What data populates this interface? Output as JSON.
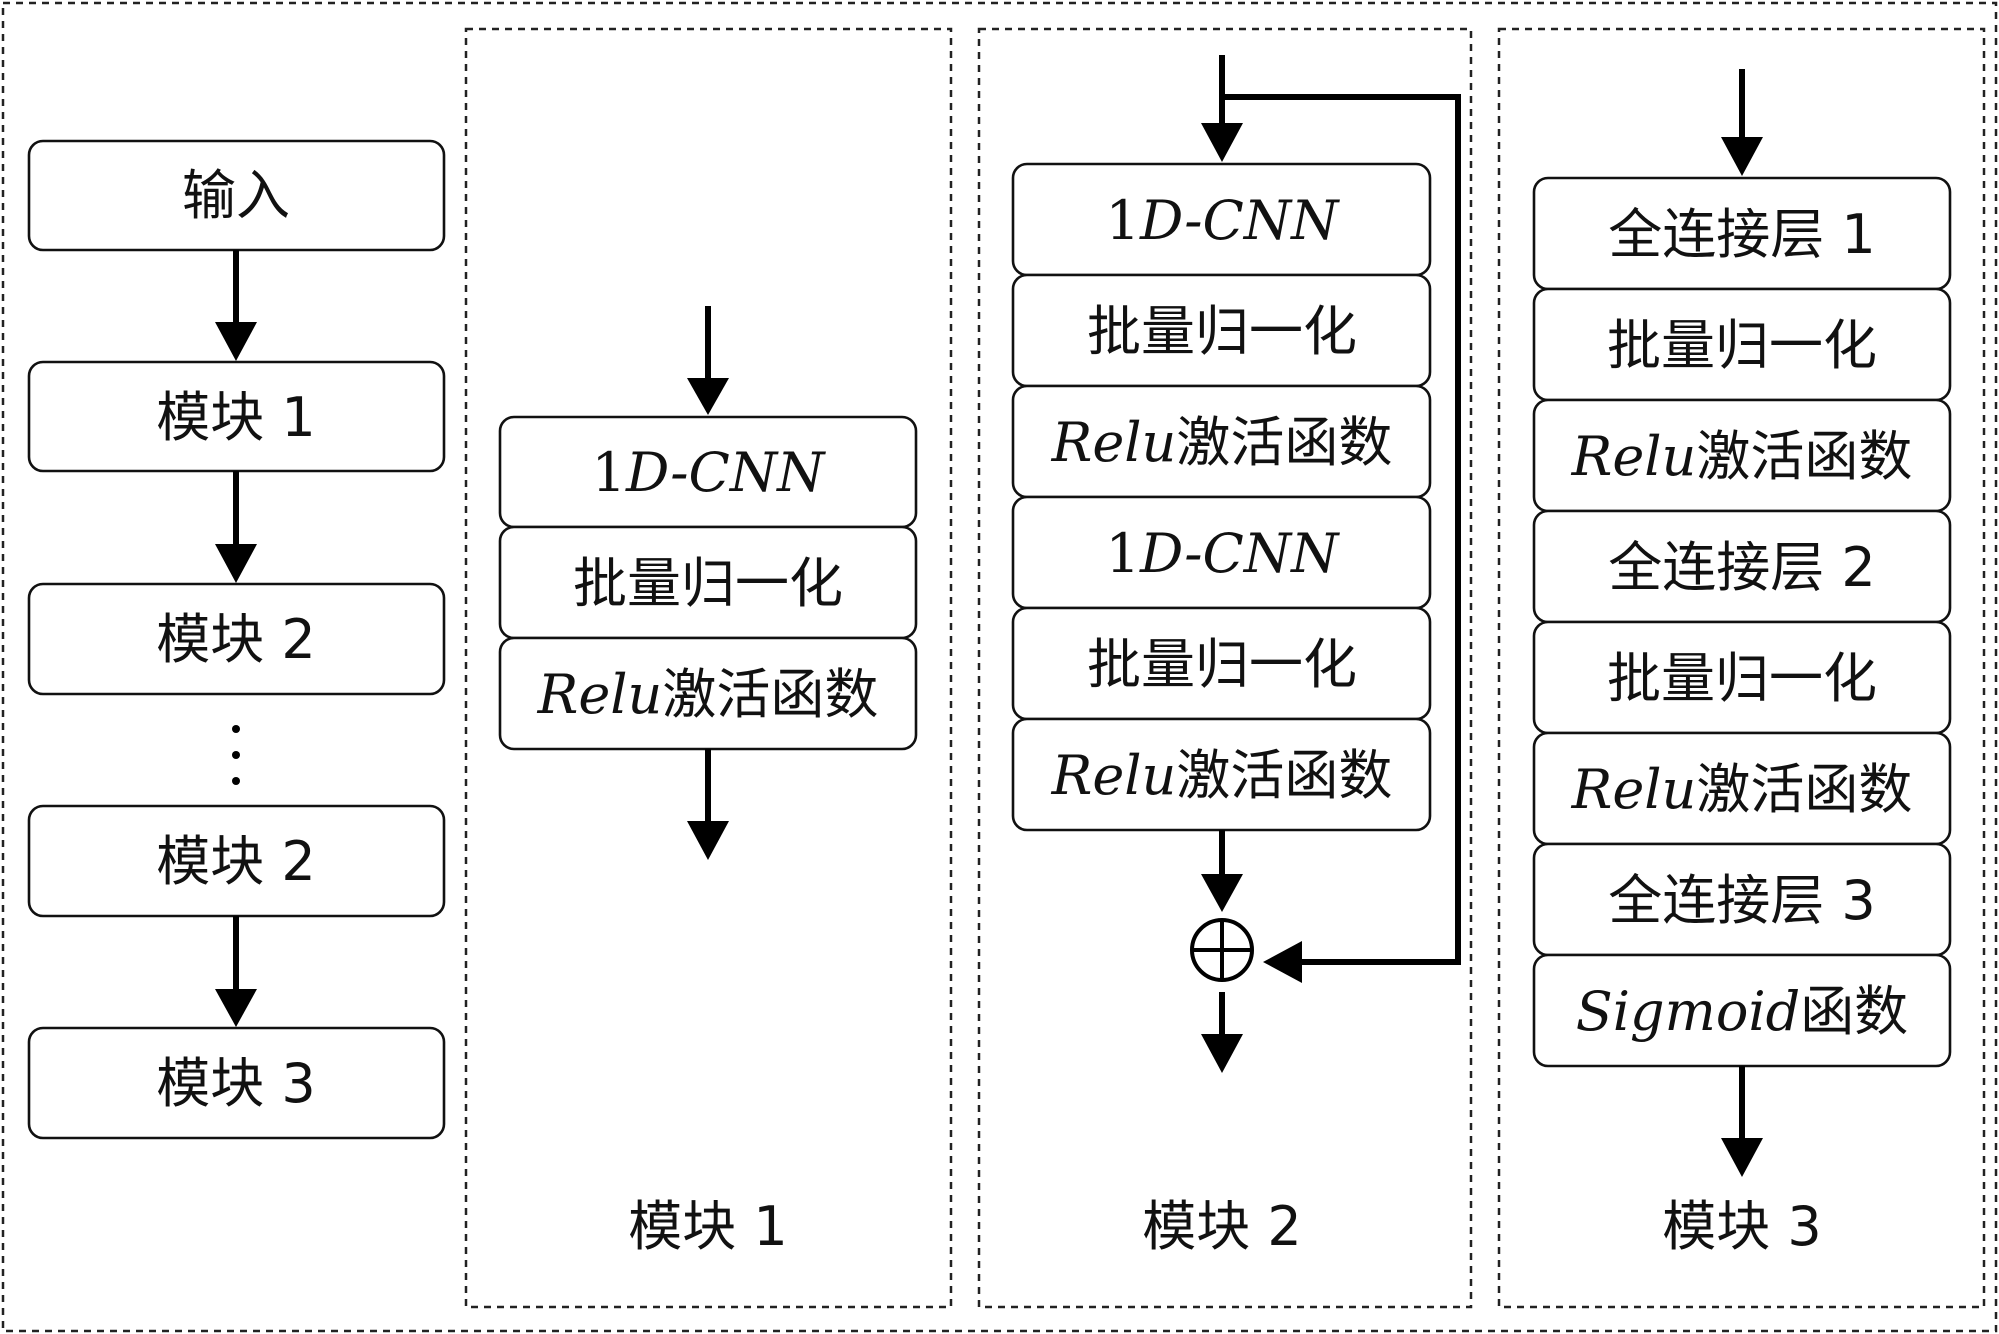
{
  "overview": {
    "input": "输入",
    "block1": "模块 1",
    "block2a": "模块 2",
    "ellipsis": "⋮",
    "block2b": "模块 2",
    "block3": "模块 3"
  },
  "module1": {
    "caption": "模块 1",
    "layers": {
      "cnn_num": "1",
      "cnn_text": "D-CNN",
      "bn": "批量归一化",
      "relu_math": "Relu",
      "relu_text": "激活函数"
    }
  },
  "module2": {
    "caption": "模块 2",
    "layers": {
      "cnn1_num": "1",
      "cnn1_text": "D-CNN",
      "bn1": "批量归一化",
      "relu1_math": "Relu",
      "relu1_text": "激活函数",
      "cnn2_num": "1",
      "cnn2_text": "D-CNN",
      "bn2": "批量归一化",
      "relu2_math": "Relu",
      "relu2_text": "激活函数"
    },
    "add_symbol": "⊕"
  },
  "module3": {
    "caption": "模块 3",
    "layers": {
      "fc1": "全连接层 1",
      "bn1": "批量归一化",
      "relu1_math": "Relu",
      "relu1_text": "激活函数",
      "fc2": "全连接层 2",
      "bn2": "批量归一化",
      "relu2_math": "Relu",
      "relu2_text": "激活函数",
      "fc3": "全连接层 3",
      "sigmoid_math": "Sigmoid",
      "sigmoid_text": "函数"
    }
  }
}
